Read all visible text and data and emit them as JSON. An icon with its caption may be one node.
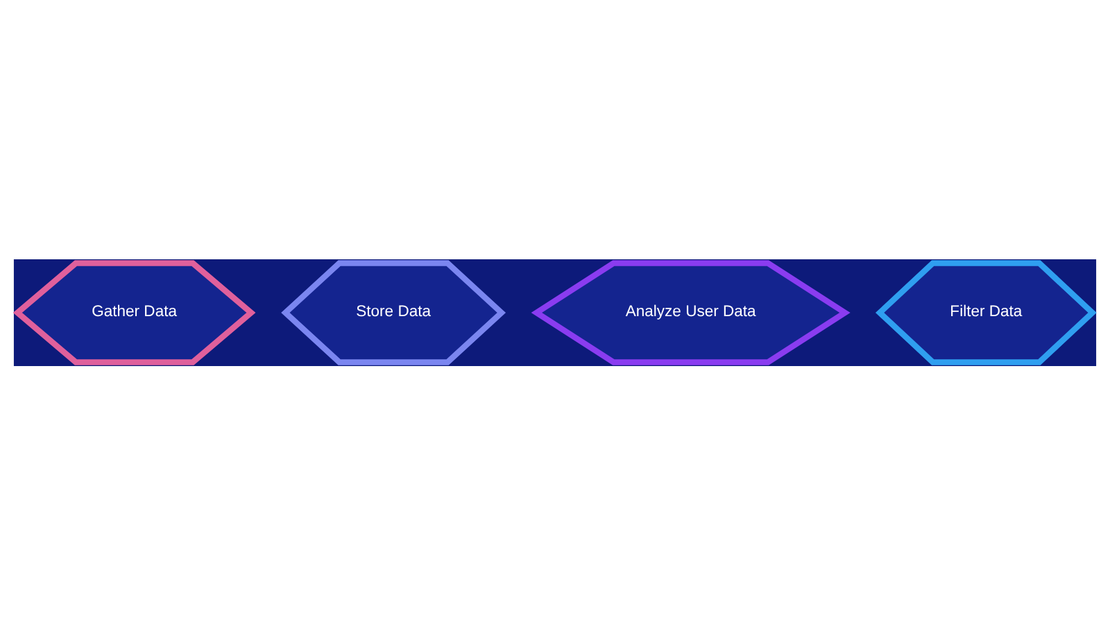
{
  "diagram": {
    "nodes": [
      {
        "text": [
          "Gather Data"
        ]
      },
      {
        "text": [
          "Store Data"
        ]
      },
      {
        "text": [
          "Analyze User Data"
        ]
      },
      {
        "text": [
          "Filter Data"
        ]
      }
    ]
  }
}
